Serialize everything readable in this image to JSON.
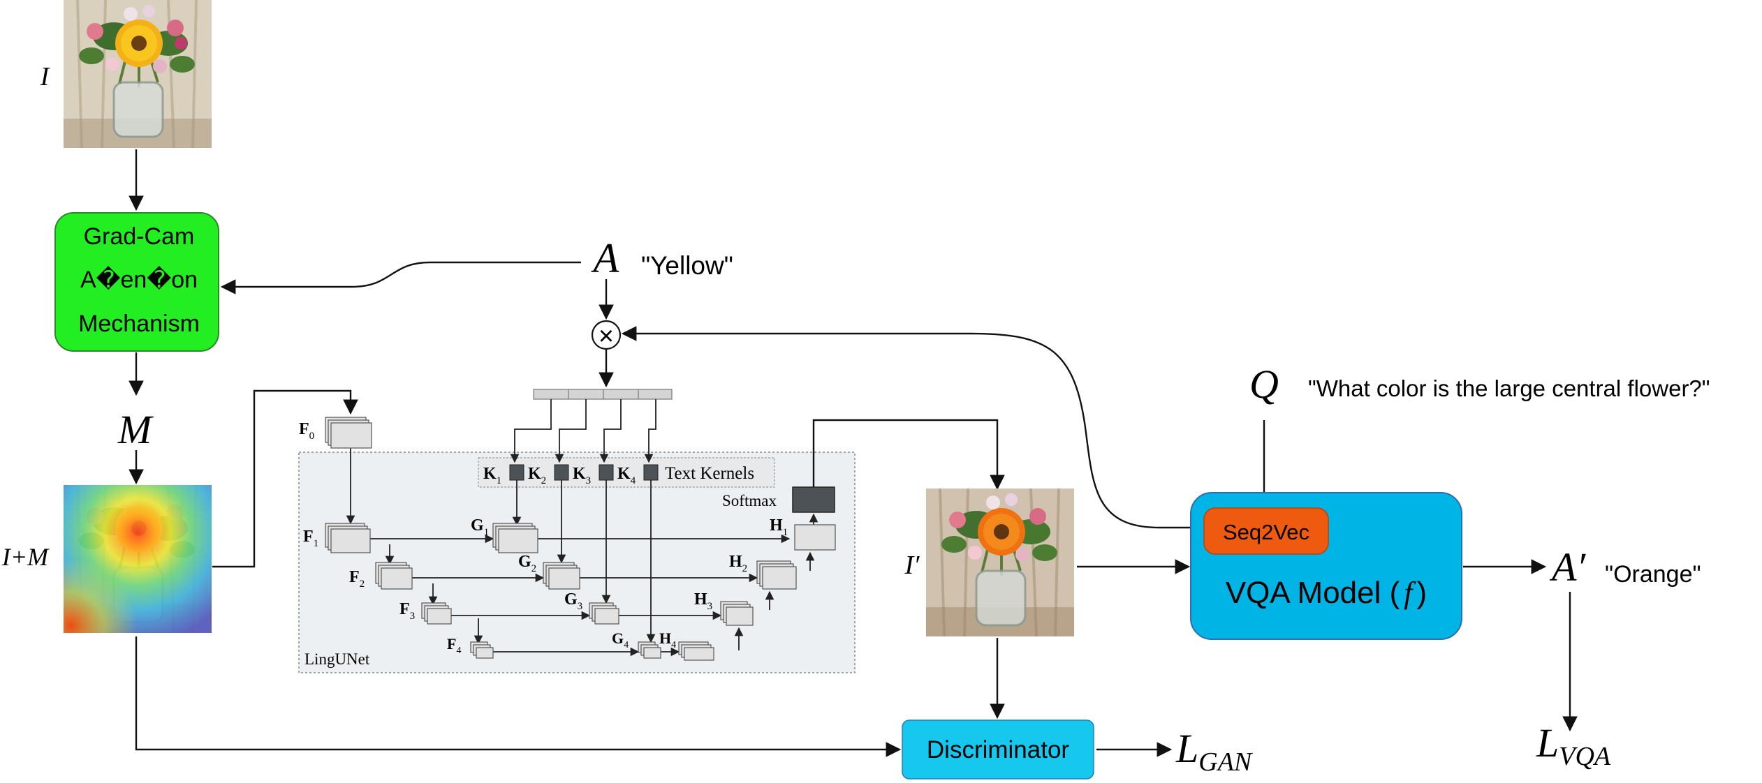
{
  "diagram": {
    "image_labels": {
      "input": "I",
      "masked": "I+M",
      "edited": "I′"
    },
    "gradcam_box": {
      "line1": "Grad-Cam",
      "line2": "A�en�on",
      "line3": "Mechanism"
    },
    "mask_symbol": "M",
    "answer": {
      "symbol": "A",
      "quote": "\"Yellow\""
    },
    "question": {
      "symbol": "Q",
      "quote": "\"What color is the large central flower?\""
    },
    "edited_answer": {
      "symbol": "A′",
      "quote": "\"Orange\""
    },
    "multiply_symbol": "×",
    "lingunet": {
      "name": "LingUNet",
      "text_kernels_label": "Text Kernels",
      "softmax_label": "Softmax",
      "kernels": [
        "K1",
        "K2",
        "K3",
        "K4"
      ],
      "f_labels": [
        "F0",
        "F1",
        "F2",
        "F3",
        "F4"
      ],
      "g_labels": [
        "G1",
        "G2",
        "G3",
        "G4"
      ],
      "h_labels": [
        "H1",
        "H2",
        "H3",
        "H4"
      ]
    },
    "vqa": {
      "seq2vec_label": "Seq2Vec",
      "model_label": "VQA Model (",
      "model_symbol": "f",
      "model_close": ")"
    },
    "discriminator_label": "Discriminator",
    "loss_gan": {
      "base": "L",
      "sub": "GAN"
    },
    "loss_vqa": {
      "base": "L",
      "sub": "VQA"
    },
    "colors": {
      "gradcam_fill": "#22ee22",
      "gradcam_stroke": "#2a8a2a",
      "vqa_fill": "#00b4e6",
      "vqa_stroke": "#2a6fb0",
      "seq2vec_fill": "#ee5a10",
      "discriminator_fill": "#17c8ee",
      "lingunet_bg": "#edf0f3",
      "block_fill": "#e2e2e2",
      "kernel_fill": "#4d5257"
    }
  }
}
